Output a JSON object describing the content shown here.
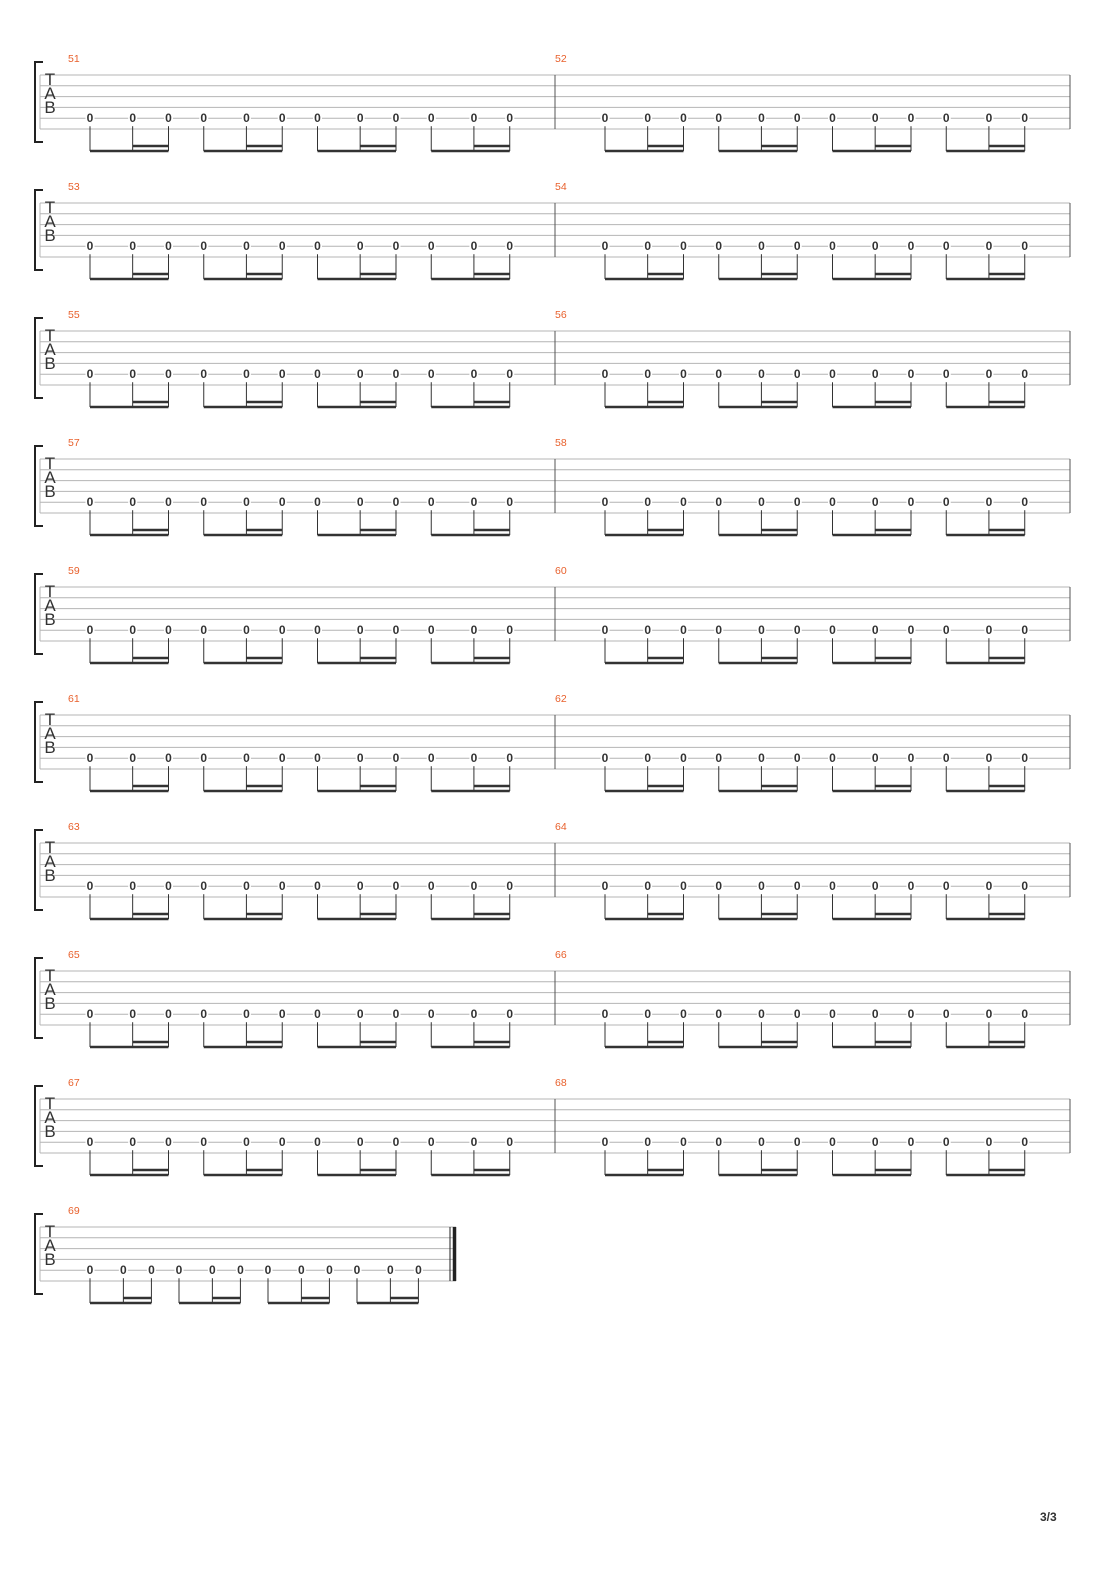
{
  "colors": {
    "measure_number": "#e8602c",
    "staff_line": "#b4b4b4",
    "notation": "#333333"
  },
  "tab_clef": [
    "T",
    "A",
    "B"
  ],
  "note_rhythm_pattern": [
    "eighth",
    "sixteenth",
    "sixteenth"
  ],
  "groups_per_measure": 4,
  "systems": [
    {
      "measures": [
        {
          "number": "51",
          "frets": [
            "0",
            "0",
            "0",
            "0",
            "0",
            "0",
            "0",
            "0",
            "0",
            "0",
            "0",
            "0"
          ]
        },
        {
          "number": "52",
          "frets": [
            "0",
            "0",
            "0",
            "0",
            "0",
            "0",
            "0",
            "0",
            "0",
            "0",
            "0",
            "0"
          ]
        }
      ]
    },
    {
      "measures": [
        {
          "number": "53",
          "frets": [
            "0",
            "0",
            "0",
            "0",
            "0",
            "0",
            "0",
            "0",
            "0",
            "0",
            "0",
            "0"
          ]
        },
        {
          "number": "54",
          "frets": [
            "0",
            "0",
            "0",
            "0",
            "0",
            "0",
            "0",
            "0",
            "0",
            "0",
            "0",
            "0"
          ]
        }
      ]
    },
    {
      "measures": [
        {
          "number": "55",
          "frets": [
            "0",
            "0",
            "0",
            "0",
            "0",
            "0",
            "0",
            "0",
            "0",
            "0",
            "0",
            "0"
          ]
        },
        {
          "number": "56",
          "frets": [
            "0",
            "0",
            "0",
            "0",
            "0",
            "0",
            "0",
            "0",
            "0",
            "0",
            "0",
            "0"
          ]
        }
      ]
    },
    {
      "measures": [
        {
          "number": "57",
          "frets": [
            "0",
            "0",
            "0",
            "0",
            "0",
            "0",
            "0",
            "0",
            "0",
            "0",
            "0",
            "0"
          ]
        },
        {
          "number": "58",
          "frets": [
            "0",
            "0",
            "0",
            "0",
            "0",
            "0",
            "0",
            "0",
            "0",
            "0",
            "0",
            "0"
          ]
        }
      ]
    },
    {
      "measures": [
        {
          "number": "59",
          "frets": [
            "0",
            "0",
            "0",
            "0",
            "0",
            "0",
            "0",
            "0",
            "0",
            "0",
            "0",
            "0"
          ]
        },
        {
          "number": "60",
          "frets": [
            "0",
            "0",
            "0",
            "0",
            "0",
            "0",
            "0",
            "0",
            "0",
            "0",
            "0",
            "0"
          ]
        }
      ]
    },
    {
      "measures": [
        {
          "number": "61",
          "frets": [
            "0",
            "0",
            "0",
            "0",
            "0",
            "0",
            "0",
            "0",
            "0",
            "0",
            "0",
            "0"
          ]
        },
        {
          "number": "62",
          "frets": [
            "0",
            "0",
            "0",
            "0",
            "0",
            "0",
            "0",
            "0",
            "0",
            "0",
            "0",
            "0"
          ]
        }
      ]
    },
    {
      "measures": [
        {
          "number": "63",
          "frets": [
            "0",
            "0",
            "0",
            "0",
            "0",
            "0",
            "0",
            "0",
            "0",
            "0",
            "0",
            "0"
          ]
        },
        {
          "number": "64",
          "frets": [
            "0",
            "0",
            "0",
            "0",
            "0",
            "0",
            "0",
            "0",
            "0",
            "0",
            "0",
            "0"
          ]
        }
      ]
    },
    {
      "measures": [
        {
          "number": "65",
          "frets": [
            "0",
            "0",
            "0",
            "0",
            "0",
            "0",
            "0",
            "0",
            "0",
            "0",
            "0",
            "0"
          ]
        },
        {
          "number": "66",
          "frets": [
            "0",
            "0",
            "0",
            "0",
            "0",
            "0",
            "0",
            "0",
            "0",
            "0",
            "0",
            "0"
          ]
        }
      ]
    },
    {
      "measures": [
        {
          "number": "67",
          "frets": [
            "0",
            "0",
            "0",
            "0",
            "0",
            "0",
            "0",
            "0",
            "0",
            "0",
            "0",
            "0"
          ]
        },
        {
          "number": "68",
          "frets": [
            "0",
            "0",
            "0",
            "0",
            "0",
            "0",
            "0",
            "0",
            "0",
            "0",
            "0",
            "0"
          ]
        }
      ]
    },
    {
      "measures": [
        {
          "number": "69",
          "frets": [
            "0",
            "0",
            "0",
            "0",
            "0",
            "0",
            "0",
            "0",
            "0",
            "0",
            "0",
            "0"
          ]
        }
      ],
      "final_barline": true
    }
  ],
  "page_number": "3/3"
}
